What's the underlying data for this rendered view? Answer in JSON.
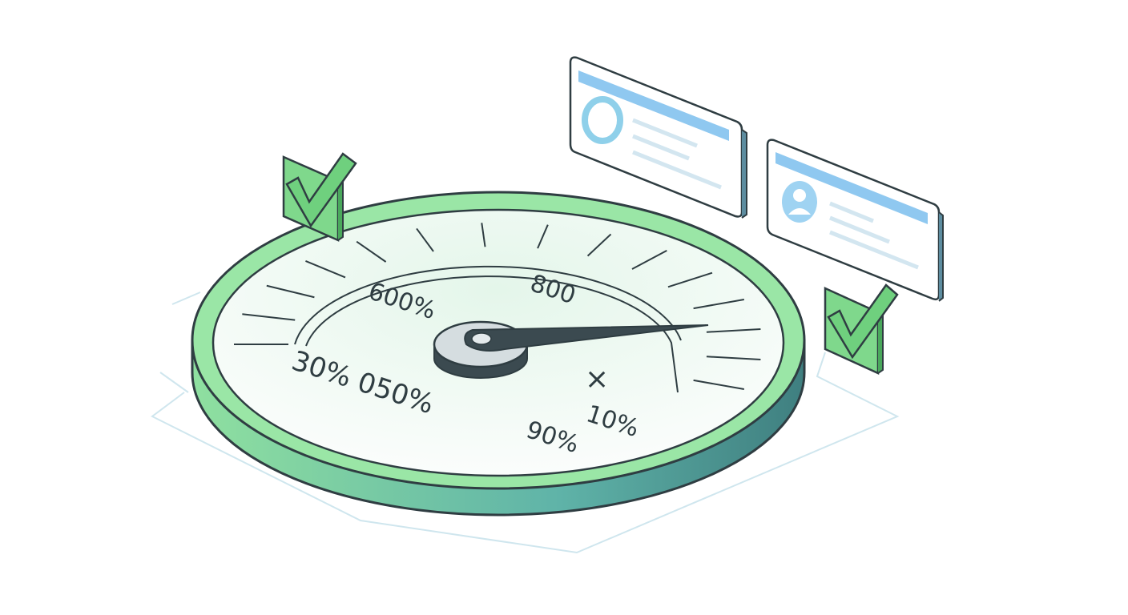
{
  "gauge": {
    "labels": {
      "l600": "600%",
      "l800": "800",
      "l30": "30% 050%",
      "lx": "×",
      "l10": "10%",
      "l90": "90%"
    },
    "needle_fraction": 0.82
  },
  "colors": {
    "ring_green": "#8fe09a",
    "ring_dark": "#4a8e86",
    "face": "#f4fbf6",
    "ink": "#2f3d42",
    "card_blue": "#8fc8f0",
    "check_green": "#6fd07e"
  },
  "icons": [
    "checkmark-icon",
    "profile-card-icon",
    "user-avatar-icon"
  ]
}
